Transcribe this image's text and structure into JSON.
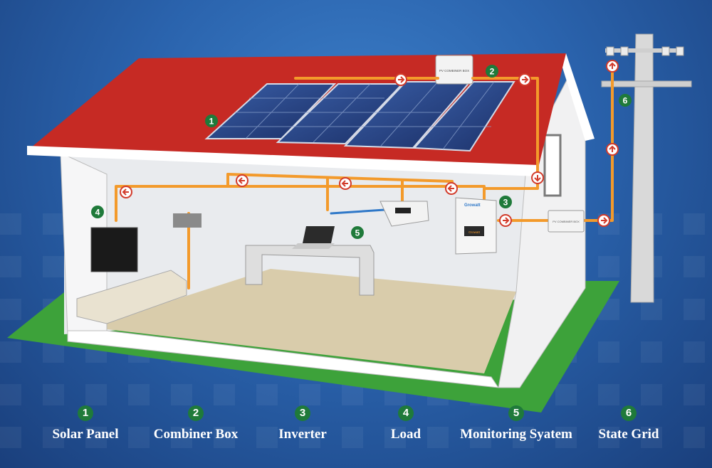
{
  "diagram": {
    "markers": [
      {
        "num": "1",
        "label": "Solar Panel"
      },
      {
        "num": "2",
        "label": "Combiner Box"
      },
      {
        "num": "3",
        "label": "Inverter"
      },
      {
        "num": "4",
        "label": "Load"
      },
      {
        "num": "5",
        "label": "Monitoring Syatem"
      },
      {
        "num": "6",
        "label": "State Grid"
      }
    ],
    "device_labels": {
      "combiner_roof": "PV COMBINER BOX",
      "combiner_wall": "PV COMBINER BOX",
      "inverter_brand": "Growatt",
      "inverter_screen": "Growatt"
    },
    "colors": {
      "wire": "#f39a2b",
      "data_wire": "#2f78c8",
      "roof": "#c62a24",
      "marker_green": "#1f7a3a",
      "ground": "#3da23a"
    }
  }
}
